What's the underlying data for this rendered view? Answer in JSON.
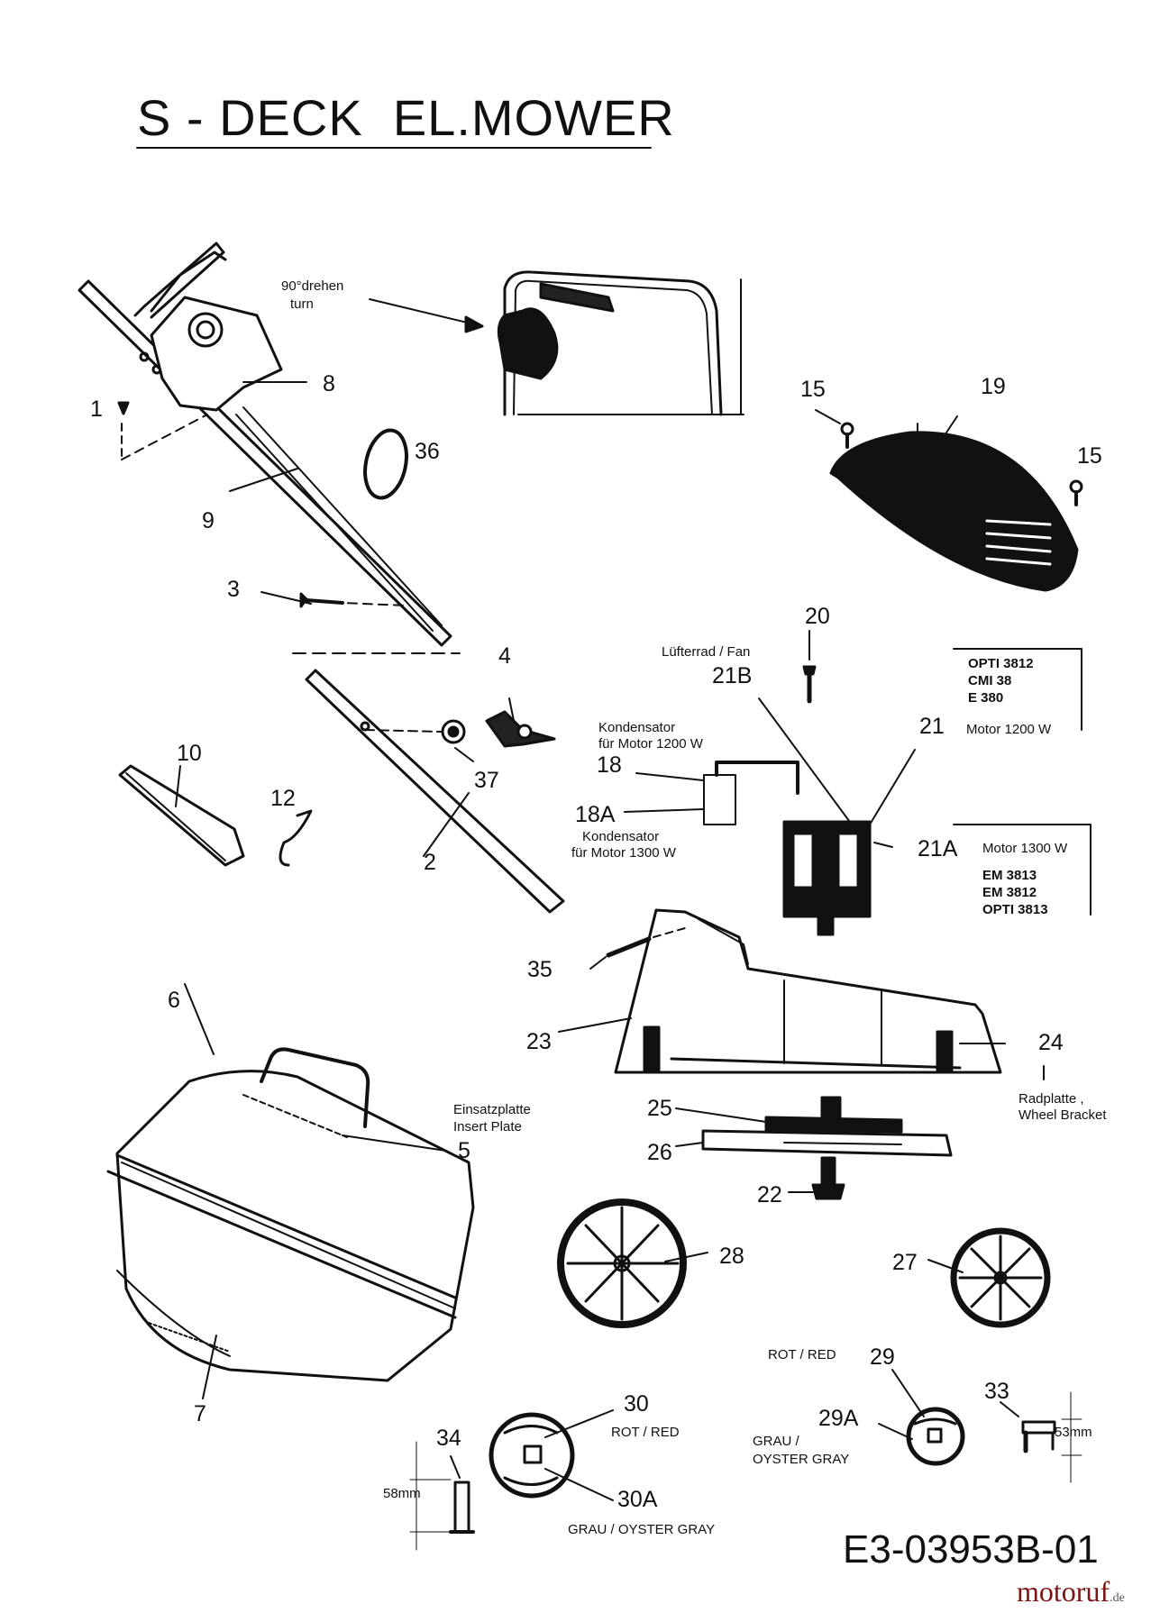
{
  "title": "S - DECK  EL.MOWER",
  "document_id": "E3-03953B-01",
  "watermark": {
    "brand": "motoruf",
    "tld": ".de"
  },
  "callouts": {
    "c1": "1",
    "c2": "2",
    "c3": "3",
    "c4": "4",
    "c5": "5",
    "c6": "6",
    "c7": "7",
    "c8": "8",
    "c9": "9",
    "c10": "10",
    "c12": "12",
    "c15a": "15",
    "c15b": "15",
    "c18": "18",
    "c18a": "18A",
    "c19": "19",
    "c20": "20",
    "c21": "21",
    "c21a": "21A",
    "c21b": "21B",
    "c22": "22",
    "c23": "23",
    "c24": "24",
    "c25": "25",
    "c26": "26",
    "c27": "27",
    "c28": "28",
    "c29": "29",
    "c29a": "29A",
    "c30": "30",
    "c30a": "30A",
    "c33": "33",
    "c34": "34",
    "c35": "35",
    "c36": "36",
    "c37": "37"
  },
  "notes": {
    "turn_de": "90°drehen",
    "turn_en": "turn",
    "fan": "Lüfterrad / Fan",
    "cap1200_l1": "Kondensator",
    "cap1200_l2": "für Motor 1200 W",
    "cap1300_l1": "Kondensator",
    "cap1300_l2": "für Motor 1300 W",
    "motor1200": "Motor 1200 W",
    "motor1300": "Motor 1300 W",
    "insert_de": "Einsatzplatte",
    "insert_en": "Insert Plate",
    "wheel_de": "Radplatte ,",
    "wheel_en": "Wheel Bracket",
    "red29": "ROT / RED",
    "gray29_l1": "GRAU /",
    "gray29_l2": "OYSTER GRAY",
    "red30": "ROT / RED",
    "gray30": "GRAU / OYSTER GRAY",
    "dim33": "53mm",
    "dim34": "58mm"
  },
  "models_1200": [
    "OPTI 3812",
    "CMI 38",
    "E 380"
  ],
  "models_1300": [
    "EM 3813",
    "EM 3812",
    "OPTI 3813"
  ]
}
